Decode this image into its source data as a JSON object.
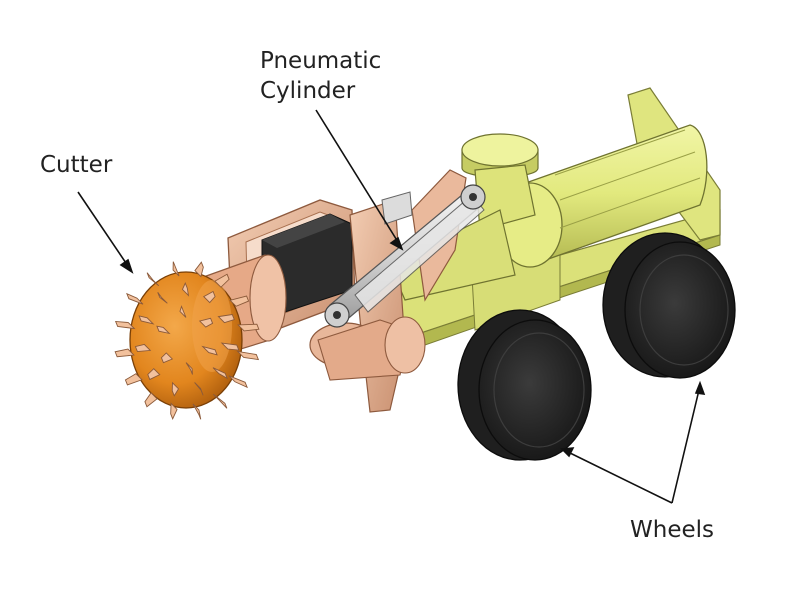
{
  "labels": {
    "cutter": "Cutter",
    "pneumatic_line1": "Pneumatic",
    "pneumatic_line2": "Cylinder",
    "wheels": "Wheels"
  },
  "colors": {
    "body": "#e6ec86",
    "body_dark": "#b9c05a",
    "frame": "#e8b79a",
    "frame_dark": "#c98f6f",
    "cutter": "#e2861e",
    "cutter_dark": "#b5630e",
    "teeth": "#f0be98",
    "cylinder": "#d8d8d8",
    "motor": "#2b2b2b",
    "wheel": "#2e2e2e",
    "wheel_dark": "#161616",
    "text": "#222222",
    "arrow": "#111111"
  }
}
